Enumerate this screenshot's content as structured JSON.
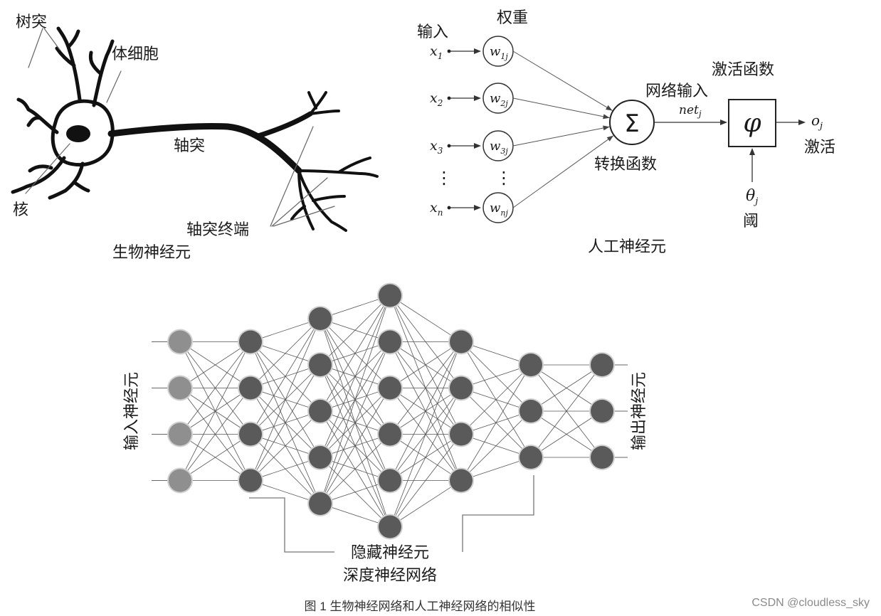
{
  "bio": {
    "dendrite": "树突",
    "soma": "体细胞",
    "axon": "轴突",
    "nucleus": "核",
    "terminal": "轴突终端",
    "title": "生物神经元"
  },
  "artificial": {
    "input": "输入",
    "weight": "权重",
    "activation_fn": "激活函数",
    "net_input": "网络输入",
    "net_var": "net",
    "net_sub": "j",
    "sigma": "Σ",
    "phi": "φ",
    "output_var": "o",
    "output_sub": "j",
    "activation": "激活",
    "transfer_fn": "转换函数",
    "theta": "θ",
    "theta_sub": "j",
    "threshold": "阈",
    "title": "人工神经元",
    "inputs": [
      {
        "var": "x",
        "sub": "1",
        "wsub": "1j"
      },
      {
        "var": "x",
        "sub": "2",
        "wsub": "2j"
      },
      {
        "var": "x",
        "sub": "3",
        "wsub": "3j"
      },
      {
        "var": "x",
        "sub": "n",
        "wsub": "nj"
      }
    ],
    "weight_var": "w",
    "dots": "⋮"
  },
  "network": {
    "input_label": "输入神经元",
    "output_label": "输出神经元",
    "hidden_label": "隐藏神经元",
    "deep_label": "深度神经网络",
    "layer_sizes": [
      4,
      4,
      5,
      6,
      4,
      3,
      3
    ],
    "input_color": "#8f8f8f",
    "node_color": "#5a5a5a"
  },
  "caption": "图 1 生物神经网络和人工神经网络的相似性",
  "watermark": "CSDN @cloudless_sky"
}
